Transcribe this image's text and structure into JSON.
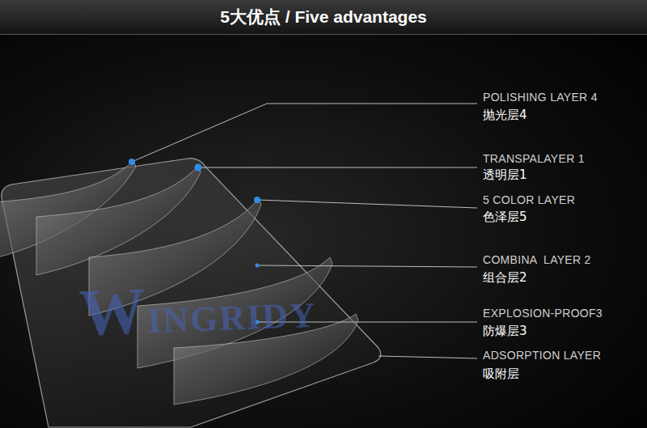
{
  "diagram": {
    "title": "5大优点 / Five advantages",
    "labels": [
      "POLISHING LAYER 4",
      "抛光层4",
      "TRANSPALAYER 1",
      "透明层1",
      "5 COLOR LAYER",
      "色泽层5",
      "COMBINA  LAYER 2",
      "组合层2",
      "EXPLOSION-PROOF3",
      "防爆层3",
      "ADSORPTION LAYER",
      "吸附层",
      "WINGRIDY"
    ]
  }
}
